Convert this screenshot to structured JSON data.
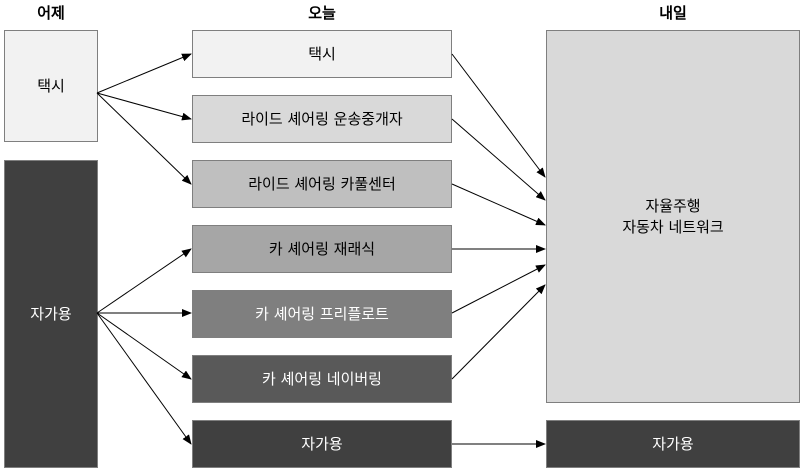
{
  "headers": {
    "yesterday": "어제",
    "today": "오늘",
    "tomorrow": "내일"
  },
  "yesterday": {
    "taxi": "택시",
    "own_car": "자가용"
  },
  "today": {
    "items": [
      "택시",
      "라이드 셰어링 운송중개자",
      "라이드 셰어링 카풀센터",
      "카 셰어링 재래식",
      "카 셰어링 프리플로트",
      "카 셰어링 네이버링",
      "자가용"
    ]
  },
  "tomorrow": {
    "autonomous_line1": "자율주행",
    "autonomous_line2": "자동차 네트워크",
    "own_car": "자가용"
  },
  "colors": {
    "light": "#f2f2f2",
    "gray_steps": [
      "#d9d9d9",
      "#bfbfbf",
      "#a6a6a6",
      "#7f7f7f",
      "#595959"
    ],
    "dark": "#404040",
    "arrow": "#000000"
  }
}
